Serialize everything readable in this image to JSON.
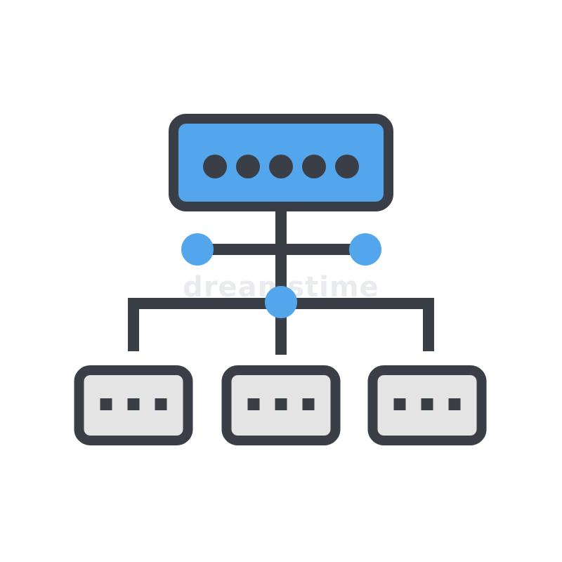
{
  "watermark": {
    "text": "dreamstime",
    "color": "#e6e8eb"
  },
  "colors": {
    "outline": "#3a3f47",
    "server_fill": "#54a6ec",
    "node_fill": "#54a6ec",
    "client_fill": "#e4e4e4",
    "background": "#ffffff"
  },
  "icon": {
    "name": "network-hierarchy-icon",
    "server": {
      "name": "server-icon",
      "indicator_dots": 5
    },
    "connector_nodes": 3,
    "clients": [
      {
        "name": "client-left",
        "indicator_squares": 3
      },
      {
        "name": "client-middle",
        "indicator_squares": 3
      },
      {
        "name": "client-right",
        "indicator_squares": 3
      }
    ]
  }
}
